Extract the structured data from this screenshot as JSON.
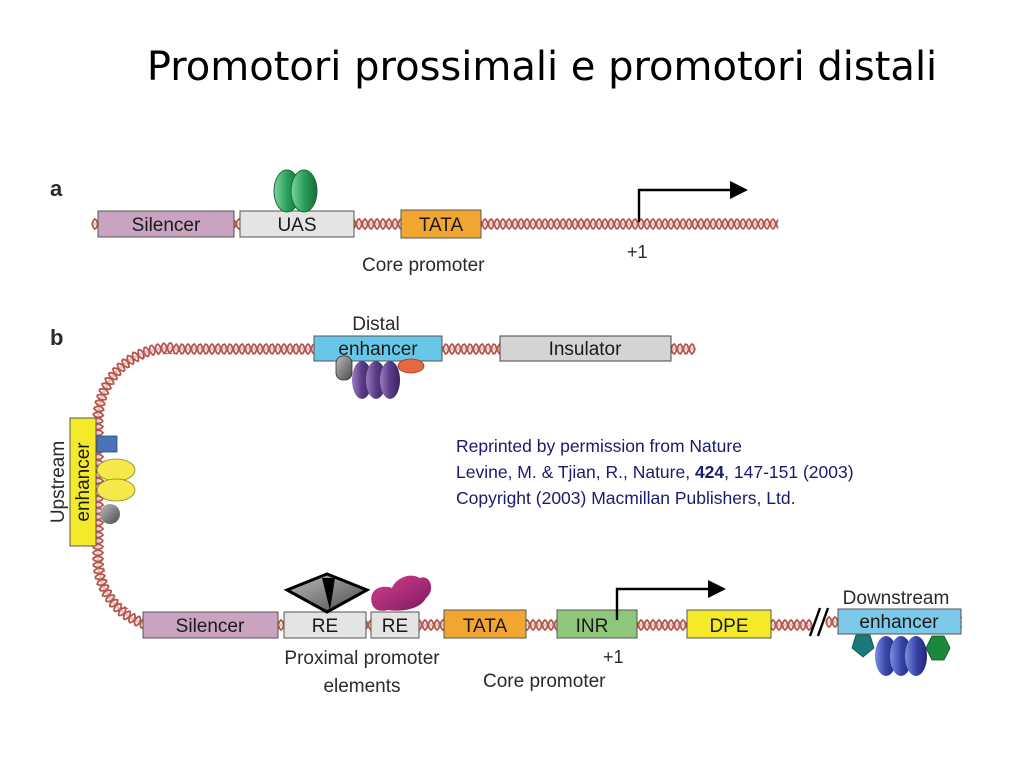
{
  "title": "Promotori prossimali e promotori distali",
  "panel_a": {
    "label": "a",
    "silencer": "Silencer",
    "uas": "UAS",
    "tata": "TATA",
    "tss": "+1",
    "core_promoter": "Core promoter"
  },
  "panel_b": {
    "label": "b",
    "distal_line1": "Distal",
    "distal_line2": "enhancer",
    "insulator": "Insulator",
    "upstream_line1": "Upstream",
    "upstream_line2": "enhancer",
    "silencer": "Silencer",
    "re1": "RE",
    "re2": "RE",
    "tata": "TATA",
    "inr": "INR",
    "dpe": "DPE",
    "downstream_line1": "Downstream",
    "downstream_line2": "enhancer",
    "proximal_line1": "Proximal promoter",
    "proximal_line2": "elements",
    "tss": "+1",
    "core_promoter": "Core promoter"
  },
  "citation": {
    "line1": "Reprinted by permission from Nature",
    "line2_prefix": "Levine, M. & Tjian, R., Nature, ",
    "line2_volume": "424",
    "line2_suffix": ", 147-151 (2003)",
    "line3": "Copyright (2003) Macmillan Publishers, Ltd."
  },
  "colors": {
    "dna": "#b5574f",
    "silencer": "#c9a3c0",
    "uas": "#e4e4e4",
    "tata": "#f2a632",
    "distal_enhancer": "#66c7e8",
    "insulator": "#d4d4d4",
    "upstream_enhancer": "#f4ea2a",
    "inr": "#8fc77a",
    "dpe": "#f4ea2a",
    "downstream_enhancer": "#7cc9ea",
    "activator_green": "#2aa05a",
    "protein_purple": "#5a3c86",
    "protein_orange": "#e6683f",
    "protein_gray": "#6a6a6a",
    "protein_yellow": "#f4e84a",
    "protein_blue": "#4a74b8",
    "protein_magenta": "#b0207a",
    "citation_text": "#1a1a6e"
  }
}
